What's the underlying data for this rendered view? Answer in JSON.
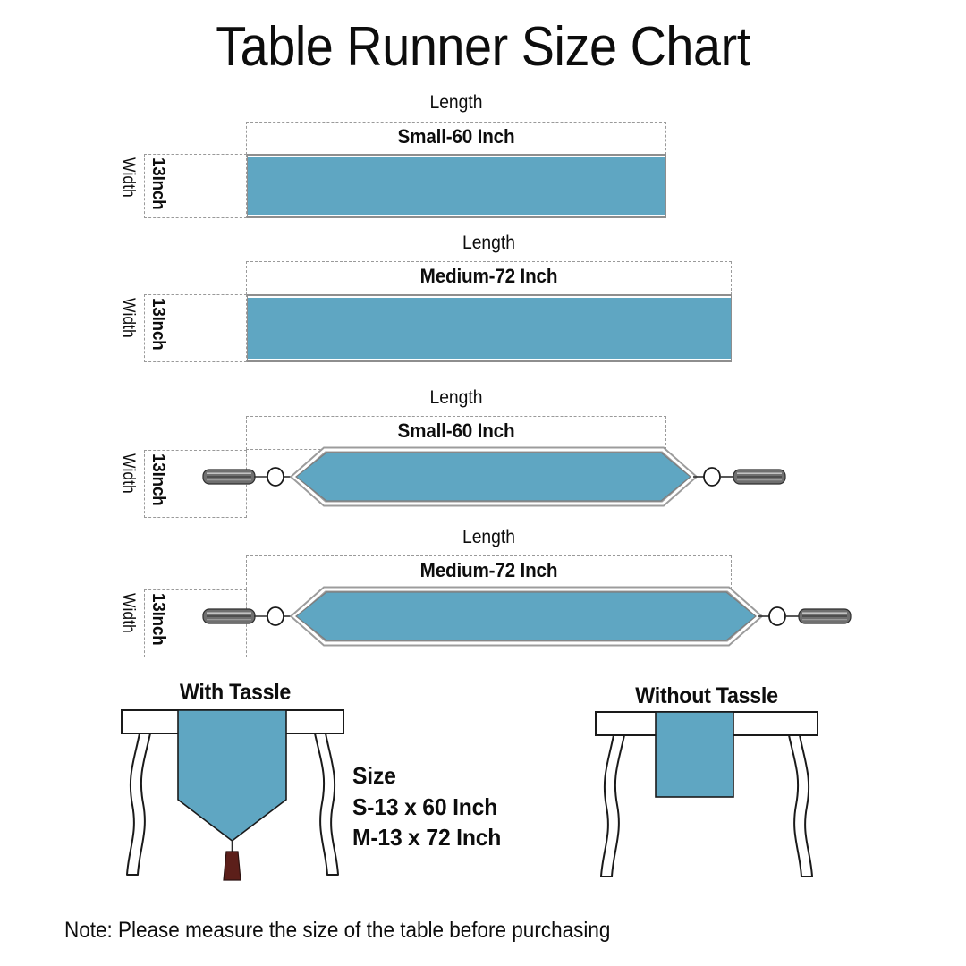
{
  "title": "Table Runner Size Chart",
  "colors": {
    "runner_blue": "#5fa6c2",
    "runner_border_gray": "#8e8e8e",
    "guide_dash_gray": "#9a9a9a",
    "outline_dark": "#1a1a1a",
    "tassel_gray": "#6f6f6f",
    "table_tassel_maroon": "#5c1f1a",
    "background": "#ffffff",
    "text": "#0d0d0d"
  },
  "runners": [
    {
      "id": "runner-1",
      "shape": "straight",
      "length_label": "Length",
      "size_label": "Small-60 Inch",
      "width_label": "Width",
      "inch_label": "13Inch",
      "has_tassels": false
    },
    {
      "id": "runner-2",
      "shape": "straight",
      "length_label": "Length",
      "size_label": "Medium-72 Inch",
      "width_label": "Width",
      "inch_label": "13Inch",
      "has_tassels": false
    },
    {
      "id": "runner-3",
      "shape": "pointed",
      "length_label": "Length",
      "size_label": "Small-60 Inch",
      "width_label": "Width",
      "inch_label": "13Inch",
      "has_tassels": true
    },
    {
      "id": "runner-4",
      "shape": "pointed",
      "length_label": "Length",
      "size_label": "Medium-72 Inch",
      "width_label": "Width",
      "inch_label": "13Inch",
      "has_tassels": true
    }
  ],
  "tables": {
    "with_tassle": {
      "heading": "With Tassle",
      "runner_end": "pointed-with-tassel"
    },
    "without_tassle": {
      "heading": "Without Tassle",
      "runner_end": "flat"
    }
  },
  "size_block": {
    "heading": "Size",
    "small": "S-13 x 60 Inch",
    "medium": "M-13 x 72 Inch"
  },
  "note": "Note:  Please measure the size of the table before purchasing",
  "chart_data": {
    "type": "table",
    "title": "Table Runner Size Chart",
    "columns": [
      "Size",
      "Width (Inch)",
      "Length (Inch)"
    ],
    "rows": [
      [
        "S",
        13,
        60
      ],
      [
        "M",
        13,
        72
      ]
    ],
    "variants": [
      "With Tassle",
      "Without Tassle"
    ],
    "note": "Note:  Please measure the size of the table before purchasing"
  }
}
